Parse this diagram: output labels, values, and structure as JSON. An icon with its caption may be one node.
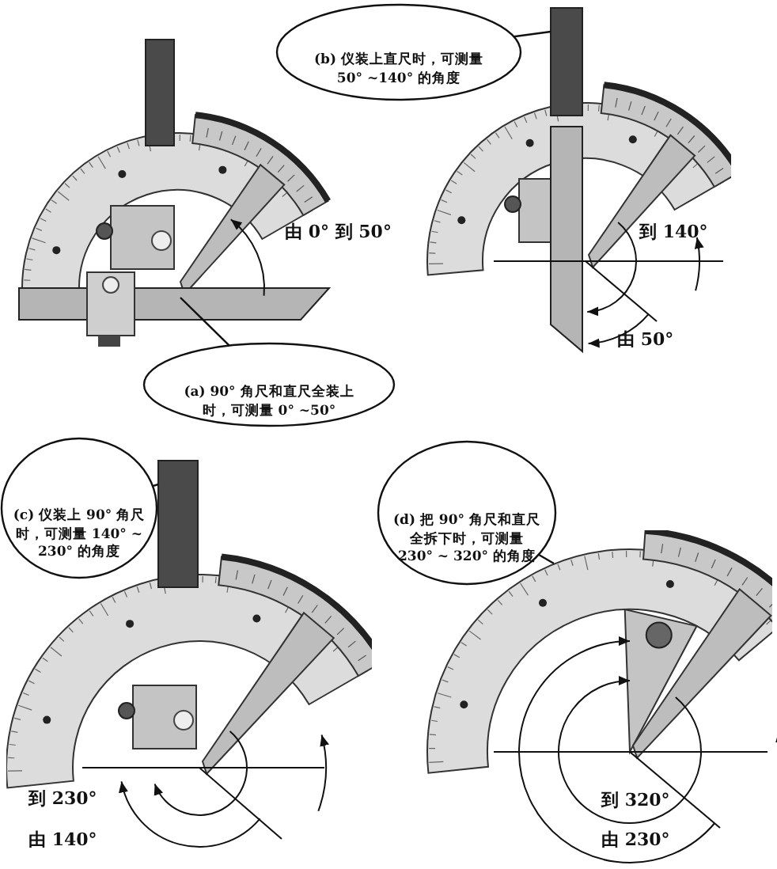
{
  "diagram": {
    "nodes": [
      {
        "text": [],
        "shape": "picture"
      },
      {
        "text": [
          "(a) 90° 角尺和直尺全装上时，可测量 0° ~50°"
        ]
      },
      {
        "text": [],
        "shape": "picture"
      },
      {
        "text": [
          "(b) 仪装上直尺时，可测量 50° ~140° 的角度"
        ]
      },
      {
        "text": [
          "(c) 仪装上 90° 角尺时，可测量 140° ~ 230° 的角度"
        ]
      },
      {
        "text": [],
        "shape": "picture"
      },
      {
        "text": [
          "(d) 把 90° 角尺和直尺全拆下时，可测量 230° ~ 320° 的角度"
        ]
      },
      {
        "text": [],
        "shape": "picture"
      }
    ],
    "edges": [
      {
        "from": 1,
        "to": 0,
        "arrow": "none"
      },
      {
        "from": 3,
        "to": 2,
        "arrow": "none"
      },
      {
        "from": 4,
        "to": 5,
        "arrow": "none"
      },
      {
        "from": 6,
        "to": 7,
        "arrow": "none"
      }
    ],
    "labels": [
      "由 0° 到 50°",
      "到 140°",
      "由 50°",
      "到 230°",
      "由 140°",
      "到 320°",
      "由 230°"
    ]
  }
}
